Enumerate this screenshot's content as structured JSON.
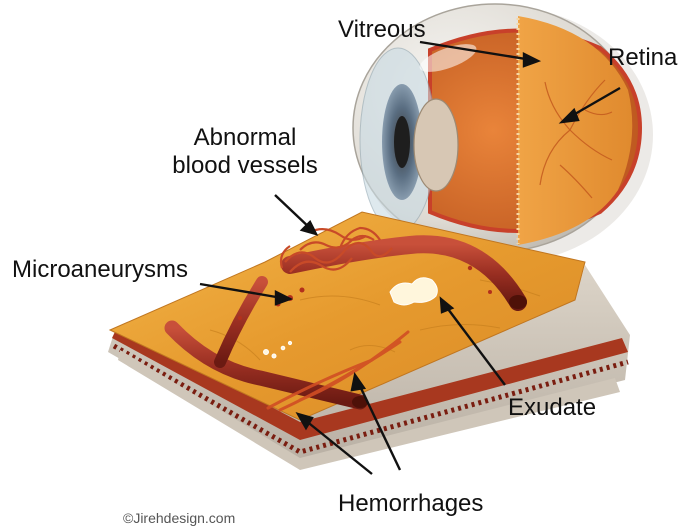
{
  "labels": {
    "vitreous": "Vitreous",
    "retina": "Retina",
    "abnormal_vessels_line1": "Abnormal",
    "abnormal_vessels_line2": "blood vessels",
    "microaneurysms": "Microaneurysms",
    "exudate": "Exudate",
    "hemorrhages": "Hemorrhages"
  },
  "credit": "©Jirehdesign.com",
  "colors": {
    "retina_surface": "#e8a53a",
    "vessel": "#9a2f22",
    "tissue_side": "#c8bfb2",
    "exudate": "#fff6dc",
    "eye_sclera": "#e6e3dd",
    "eye_inner": "#d86a2c"
  }
}
